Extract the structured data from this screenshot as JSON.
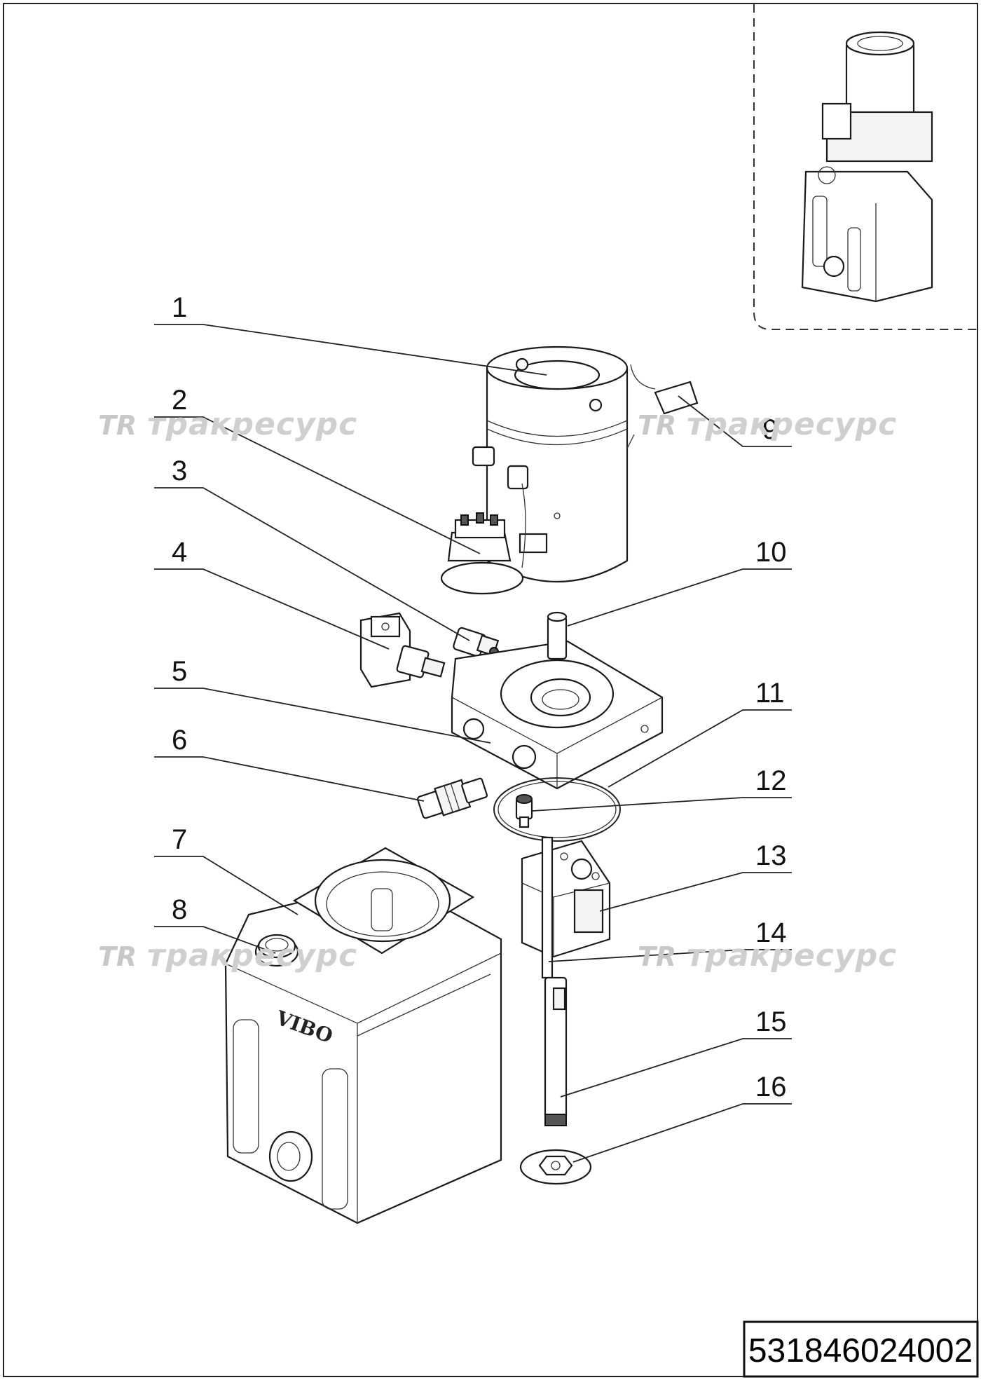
{
  "callouts": [
    {
      "label": "1"
    },
    {
      "label": "2"
    },
    {
      "label": "3"
    },
    {
      "label": "4"
    },
    {
      "label": "5"
    },
    {
      "label": "6"
    },
    {
      "label": "7"
    },
    {
      "label": "8"
    },
    {
      "label": "9"
    },
    {
      "label": "10"
    },
    {
      "label": "11"
    },
    {
      "label": "12"
    },
    {
      "label": "13"
    },
    {
      "label": "14"
    },
    {
      "label": "15"
    },
    {
      "label": "16"
    }
  ],
  "watermark": {
    "logo": "TR",
    "text": "тракресурс"
  },
  "tank_brand": "VIBO",
  "document_number": "531846024002"
}
